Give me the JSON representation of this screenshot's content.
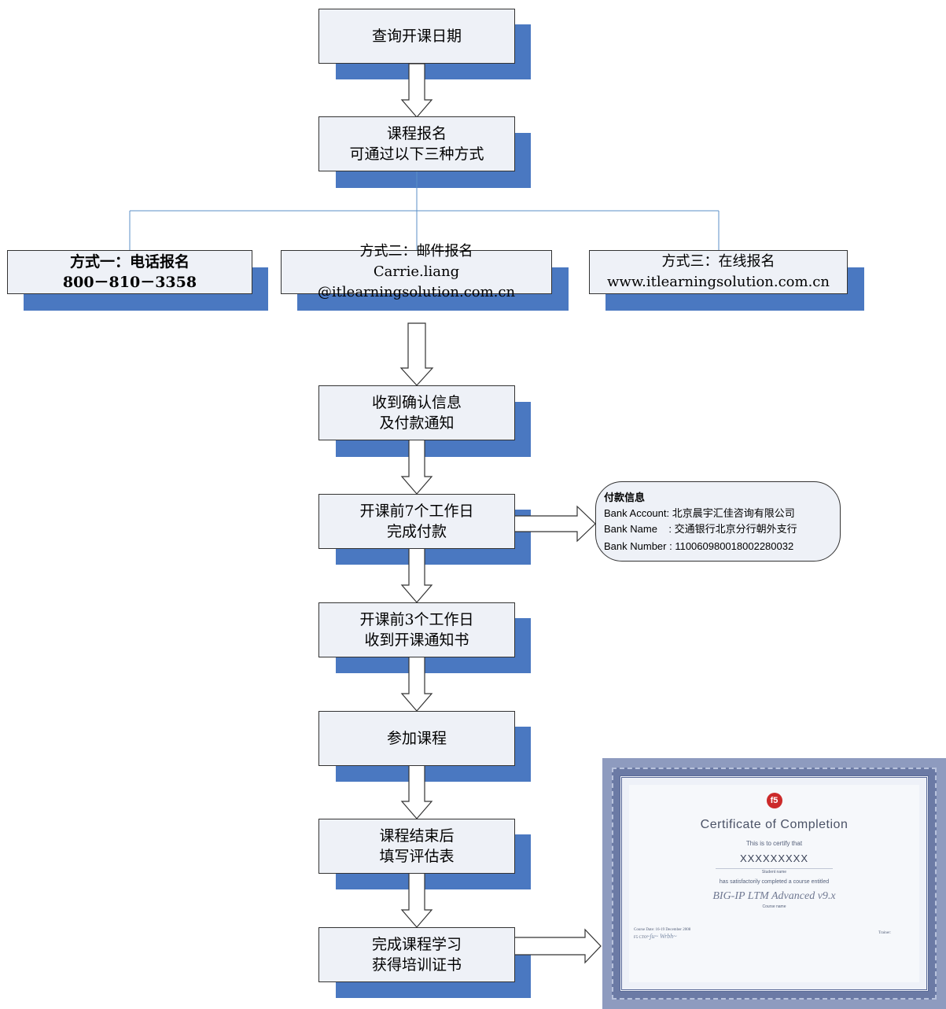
{
  "steps": {
    "query_dates": "查询开课日期",
    "register": {
      "line1": "课程报名",
      "line2": "可通过以下三种方式"
    },
    "method1": {
      "line1": "方式一：电话报名",
      "line2": "800－810－3358"
    },
    "method2": {
      "line1": "方式二：邮件报名",
      "line2": "Carrie.liang @itlearningsolution.com.cn"
    },
    "method3": {
      "line1": "方式三：在线报名",
      "line2": "www.itlearningsolution.com.cn"
    },
    "confirm": {
      "line1": "收到确认信息",
      "line2": "及付款通知"
    },
    "payment": {
      "line1": "开课前7个工作日",
      "line2": "完成付款"
    },
    "notice": {
      "line1": "开课前3个工作日",
      "line2": "收到开课通知书"
    },
    "attend": "参加课程",
    "evaluate": {
      "line1": "课程结束后",
      "line2": "填写评估表"
    },
    "complete": {
      "line1": "完成课程学习",
      "line2": "获得培训证书"
    }
  },
  "payment_info": {
    "title": "付款信息",
    "account_label": "Bank Account:",
    "account_value": "北京晨宇汇佳咨询有限公司",
    "name_label": "Bank Name    :",
    "name_value": "交通银行北京分行朝外支行",
    "number_label": "Bank Number :",
    "number_value": "110060980018002280032"
  },
  "certificate": {
    "logo": "f5",
    "title": "Certificate of Completion",
    "certify": "This is to certify that",
    "name": "XXXXXXXXX",
    "student_caption": "Student name",
    "satisfied": "has satisfactorily completed a course entitled",
    "course": "BIG-IP LTM Advanced v9.x",
    "course_caption": "Course name",
    "date": "Course Date: 16-19 December 2008",
    "cto": "F5 CTO:",
    "trainer": "Trainer:"
  },
  "colors": {
    "shadow": "#4a78c1",
    "box_fill": "#eef1f7",
    "connector": "#5b8fc7"
  }
}
